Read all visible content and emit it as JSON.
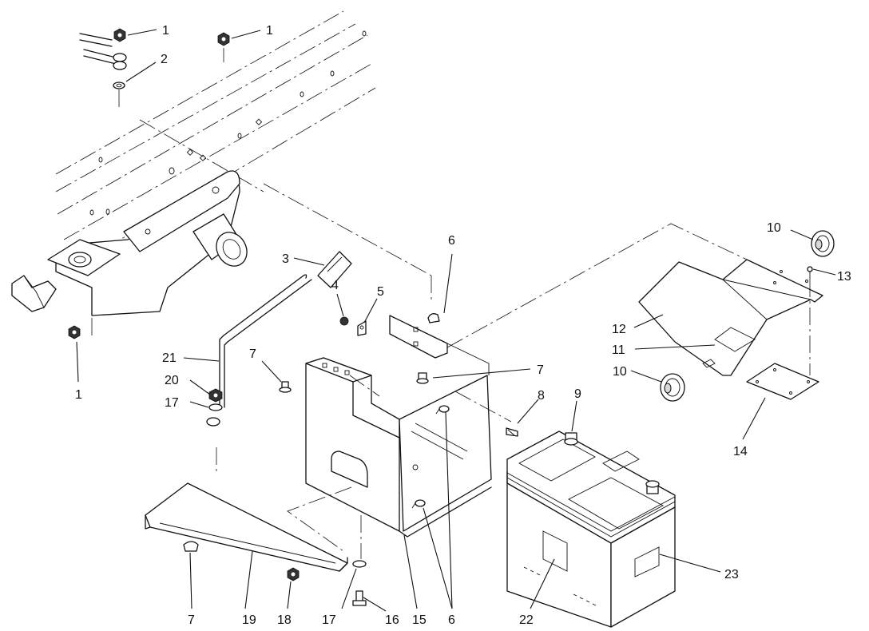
{
  "callouts": [
    {
      "id": "c1a",
      "text": "1"
    },
    {
      "id": "c1b",
      "text": "1"
    },
    {
      "id": "c2",
      "text": "2"
    },
    {
      "id": "c1c",
      "text": "1"
    },
    {
      "id": "c3",
      "text": "3"
    },
    {
      "id": "c4",
      "text": "4"
    },
    {
      "id": "c5",
      "text": "5"
    },
    {
      "id": "c6a",
      "text": "6"
    },
    {
      "id": "c7a",
      "text": "7"
    },
    {
      "id": "c7b",
      "text": "7"
    },
    {
      "id": "c8",
      "text": "8"
    },
    {
      "id": "c9",
      "text": "9"
    },
    {
      "id": "c10a",
      "text": "10"
    },
    {
      "id": "c10b",
      "text": "10"
    },
    {
      "id": "c11",
      "text": "11"
    },
    {
      "id": "c12",
      "text": "12"
    },
    {
      "id": "c13",
      "text": "13"
    },
    {
      "id": "c14",
      "text": "14"
    },
    {
      "id": "c21",
      "text": "21"
    },
    {
      "id": "c20",
      "text": "20"
    },
    {
      "id": "c17a",
      "text": "17"
    },
    {
      "id": "c7c",
      "text": "7"
    },
    {
      "id": "c19",
      "text": "19"
    },
    {
      "id": "c18",
      "text": "18"
    },
    {
      "id": "c17b",
      "text": "17"
    },
    {
      "id": "c16",
      "text": "16"
    },
    {
      "id": "c15",
      "text": "15"
    },
    {
      "id": "c6b",
      "text": "6"
    },
    {
      "id": "c22",
      "text": "22"
    },
    {
      "id": "c23",
      "text": "23"
    }
  ]
}
